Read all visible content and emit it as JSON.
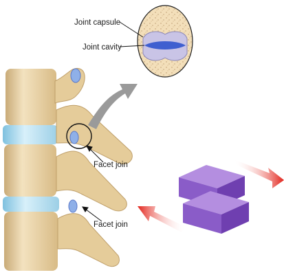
{
  "labels": {
    "joint_capsule": "Joint capsule",
    "joint_cavity": "Joint cavity",
    "facet_joint_upper": "Facet join",
    "facet_joint_lower": "Facet join"
  },
  "colors": {
    "bone": "#e9d3a8",
    "bone_shadow": "#c9ab78",
    "disc": "#bfe3f2",
    "cavity": "#3f5fd0",
    "block_top": "#b48ee0",
    "block_side": "#6f3fb0",
    "arrow_red": "#e2231a",
    "callout_arrow": "#9a9a9a"
  }
}
